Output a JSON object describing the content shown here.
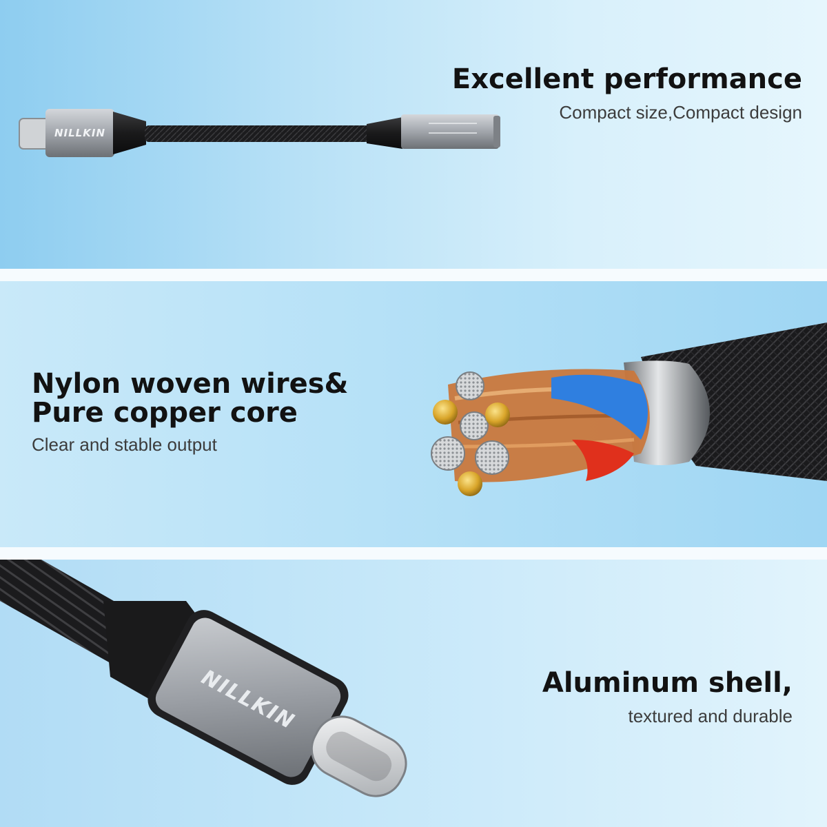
{
  "sections": [
    {
      "heading": "Excellent performance",
      "subheading": "Compact size,Compact design"
    },
    {
      "heading_lines": [
        "Nylon woven wires&",
        "Pure copper core"
      ],
      "subheading": "Clear and stable output"
    },
    {
      "heading": "Aluminum shell,",
      "subheading": "textured and durable"
    }
  ],
  "brand_logo_text": "NILLKIN",
  "colors": {
    "background_light_blue": "#b6e0f6",
    "aluminum": "#9a9ea4",
    "braid": "#1c1c1e",
    "copper": "#c9773c",
    "gold": "#d9a52a",
    "wire_blue": "#2f7fe0",
    "wire_red": "#e0301c"
  }
}
